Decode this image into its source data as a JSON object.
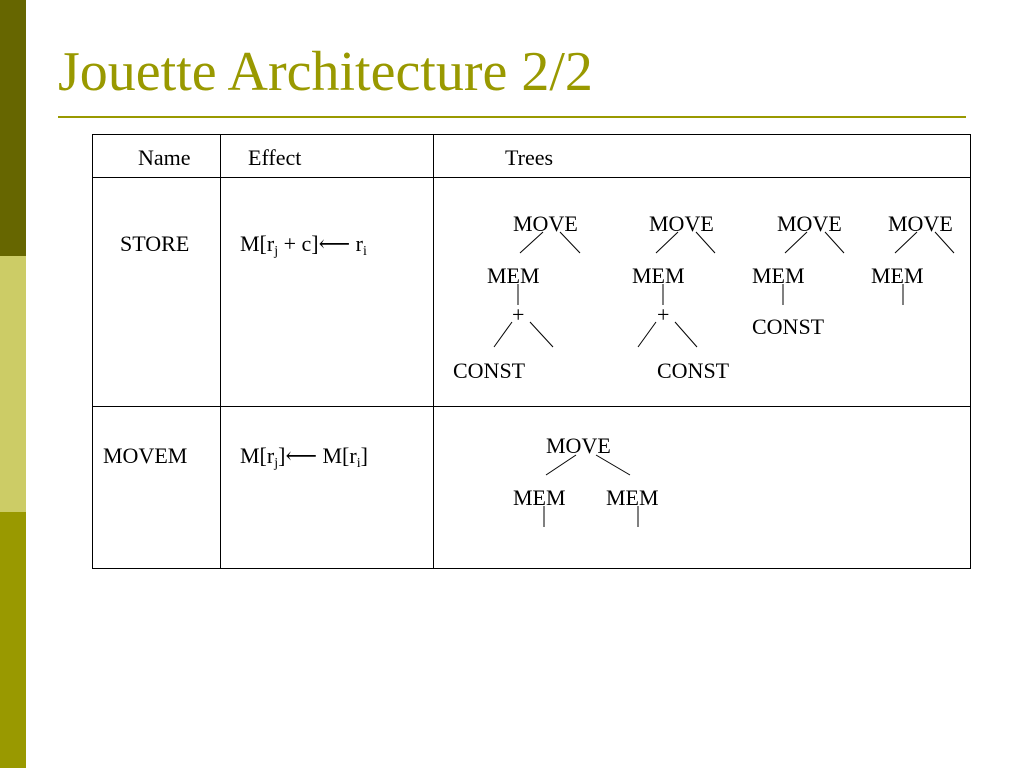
{
  "slide": {
    "title": "Jouette Architecture 2/2"
  },
  "table": {
    "headers": {
      "name": "Name",
      "effect": "Effect",
      "trees": "Trees"
    },
    "rows": [
      {
        "name": "STORE",
        "effect": {
          "lhs_prefix": "M[r",
          "lhs_sub": "j",
          "lhs_suffix": " + c]",
          "arrow": "⟵",
          "rhs_prefix": " r",
          "rhs_sub": "i",
          "rhs_suffix": ""
        },
        "trees": {
          "t1": {
            "root": "MOVE",
            "child": "MEM",
            "op": "+",
            "leaf": "CONST"
          },
          "t2": {
            "root": "MOVE",
            "child": "MEM",
            "op": "+",
            "leaf": "CONST"
          },
          "t3": {
            "root": "MOVE",
            "child": "MEM",
            "leaf": "CONST"
          },
          "t4": {
            "root": "MOVE",
            "child": "MEM"
          }
        }
      },
      {
        "name": "MOVEM",
        "effect": {
          "lhs_prefix": "M[r",
          "lhs_sub": "j",
          "lhs_suffix": "]",
          "arrow": "⟵",
          "rhs_prefix": " M[r",
          "rhs_sub": "i",
          "rhs_suffix": "]"
        },
        "trees": {
          "t1": {
            "root": "MOVE",
            "left": "MEM",
            "right": "MEM"
          }
        }
      }
    ]
  },
  "colors": {
    "accent": "#999900",
    "sidebar_dark": "#666600",
    "sidebar_light": "#cccc66",
    "sidebar_mid": "#999900"
  }
}
